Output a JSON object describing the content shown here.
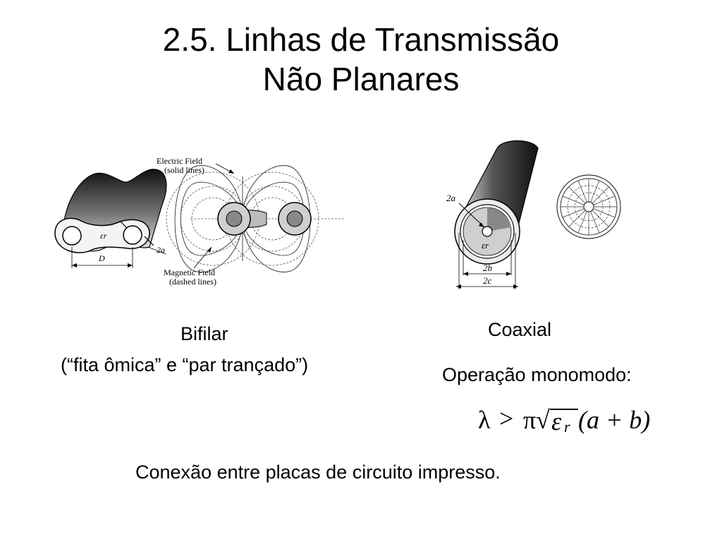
{
  "title": {
    "line1": "2.5. Linhas de Transmissão",
    "line2": "Não Planares"
  },
  "bifilar_figure": {
    "label_eps": "εr",
    "label_2a": "2a",
    "label_D": "D",
    "electric_field": "Electric Field",
    "electric_field_note": "(solid lines)",
    "magnetic_field": "Magnetic Field",
    "magnetic_field_note": "(dashed lines)"
  },
  "coax_figure": {
    "label_2a": "2a",
    "label_eps": "εr",
    "label_2b": "2b",
    "label_2c": "2c"
  },
  "captions": {
    "bifilar": "Bifilar",
    "bifilar_sub": "(“fita ômica” e “par trançado”)",
    "coaxial": "Coaxial",
    "operation": "Operação monomodo:",
    "footer": "Conexão entre placas de circuito impresso."
  },
  "formula": {
    "lambda": "λ",
    "gt": ">",
    "pi": "π",
    "sqrt": "√",
    "eps": "ε",
    "sub_r": "r",
    "rest": "(a + b)"
  }
}
